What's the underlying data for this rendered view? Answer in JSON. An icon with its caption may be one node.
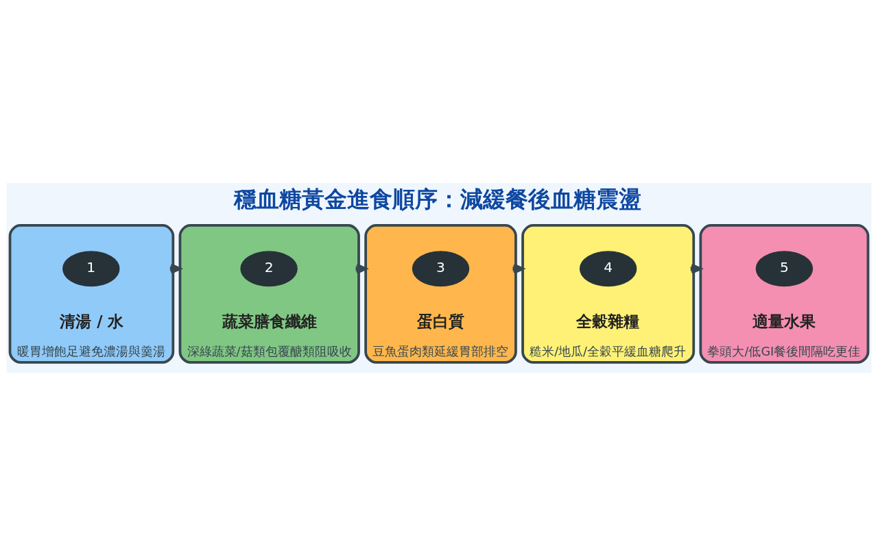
{
  "diagram": {
    "title": "穩血糖黃金進食順序：減緩餐後血糖震盪",
    "nodes": [
      {
        "text": [
          "清湯 / 水",
          "暖胃增飽足避免濃湯與羹湯"
        ]
      },
      {
        "text": [
          "1"
        ],
        "in": 0
      },
      {
        "text": [
          "蔬菜膳食纖維",
          "深綠蔬菜/菇類包覆醣類阻吸收"
        ]
      },
      {
        "text": [
          "2"
        ],
        "in": 2
      },
      {
        "text": [
          "蛋白質",
          "豆魚蛋肉類延緩胃部排空"
        ]
      },
      {
        "text": [
          "3"
        ],
        "in": 4
      },
      {
        "text": [
          "全穀雜糧",
          "糙米/地瓜/全穀平緩血糖爬升"
        ]
      },
      {
        "text": [
          "4"
        ],
        "in": 6
      },
      {
        "text": [
          "適量水果",
          "拳頭大/低GI餐後間隔吃更佳"
        ]
      },
      {
        "text": [
          "5"
        ],
        "in": 8
      }
    ],
    "edges": [
      {
        "from": 0,
        "to": 2,
        "arrow": "to"
      },
      {
        "from": 2,
        "to": 4,
        "arrow": "to"
      },
      {
        "from": 4,
        "to": 6,
        "arrow": "to"
      },
      {
        "from": 6,
        "to": 8,
        "arrow": "to"
      }
    ]
  }
}
